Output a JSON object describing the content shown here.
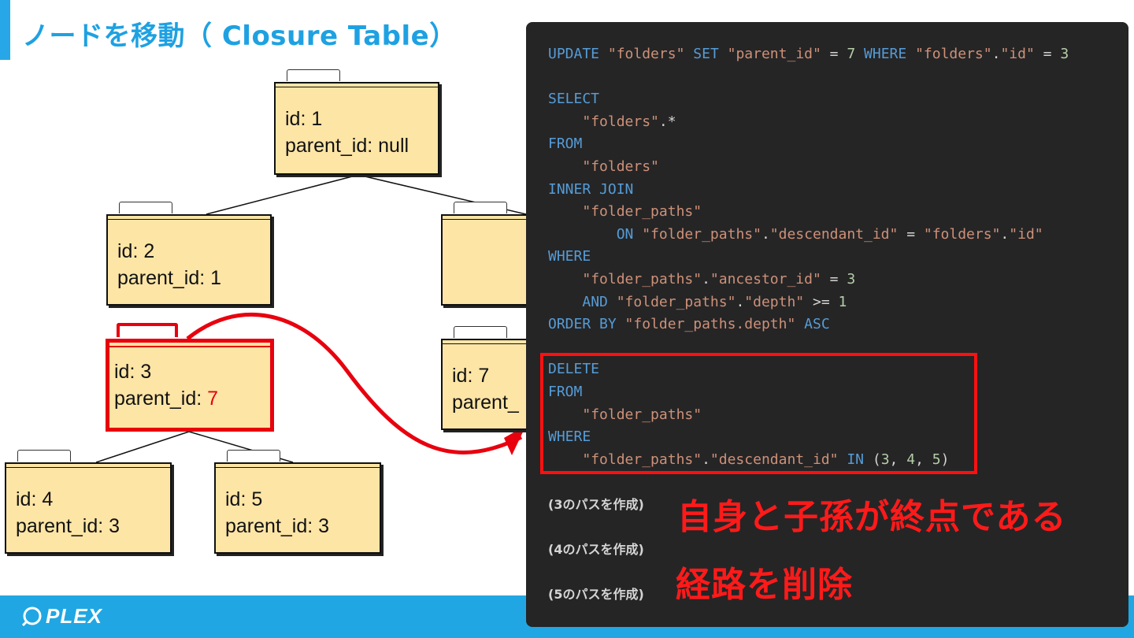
{
  "slide_title": "ノードを移動（ Closure Table）",
  "brand": {
    "logo_text": "PLEX",
    "footer_color": "#20a7e3"
  },
  "colors": {
    "folder_fill": "#fde5a6",
    "highlight": "#e8000e",
    "code_bg": "#252526"
  },
  "folders": {
    "n1": {
      "line1": "id: 1",
      "line2_label": "parent_id: ",
      "line2_value": "null"
    },
    "n2": {
      "line1": "id: 2",
      "line2_label": "parent_id: ",
      "line2_value": "1"
    },
    "n3": {
      "line1": "id: 3",
      "line2_label": "parent_id: ",
      "line2_value": "7"
    },
    "n7": {
      "line1": "id: 7",
      "line2_label": "parent_",
      "line2_value": ""
    },
    "n4": {
      "line1": "id: 4",
      "line2_label": "parent_id: ",
      "line2_value": "3"
    },
    "n5": {
      "line1": "id: 5",
      "line2_label": "parent_id: ",
      "line2_value": "3"
    }
  },
  "code": {
    "update": {
      "kw1": "UPDATE",
      "table": "\"folders\"",
      "kw2": "SET",
      "col": "\"parent_id\"",
      "eq": " = ",
      "val": "7",
      "kw3": "WHERE",
      "tbl2": "\"folders\"",
      "dot": ".",
      "col2": "\"id\"",
      "eq2": " = ",
      "val2": "3"
    },
    "select": {
      "kw_select": "SELECT",
      "sel_table": "\"folders\"",
      "sel_star": ".*",
      "kw_from": "FROM",
      "from_table": "\"folders\"",
      "kw_join": "INNER JOIN",
      "join_table": "\"folder_paths\"",
      "kw_on": "ON",
      "on_left_t": "\"folder_paths\"",
      "on_left_c": "\"descendant_id\"",
      "on_eq": " = ",
      "on_right_t": "\"folders\"",
      "on_right_c": "\"id\"",
      "kw_where": "WHERE",
      "w1_t": "\"folder_paths\"",
      "w1_c": "\"ancestor_id\"",
      "w1_op": " = ",
      "w1_v": "3",
      "kw_and": "AND",
      "w2_t": "\"folder_paths\"",
      "w2_c": "\"depth\"",
      "w2_op": " >= ",
      "w2_v": "1",
      "kw_order": "ORDER BY",
      "order_col": "\"folder_paths.depth\"",
      "kw_asc": "ASC"
    },
    "delete": {
      "kw_delete": "DELETE",
      "kw_from": "FROM",
      "table": "\"folder_paths\"",
      "kw_where": "WHERE",
      "t": "\"folder_paths\"",
      "c": "\"descendant_id\"",
      "kw_in": "IN",
      "list_open": " (",
      "v1": "3",
      "v2": "4",
      "v3": "5",
      "list_close": ")"
    },
    "comments": [
      "(3のパスを作成)",
      "(4のパスを作成)",
      "(5のパスを作成)"
    ]
  },
  "annotation": {
    "line1": "自身と子孫が終点である",
    "line2": "経路を削除"
  }
}
